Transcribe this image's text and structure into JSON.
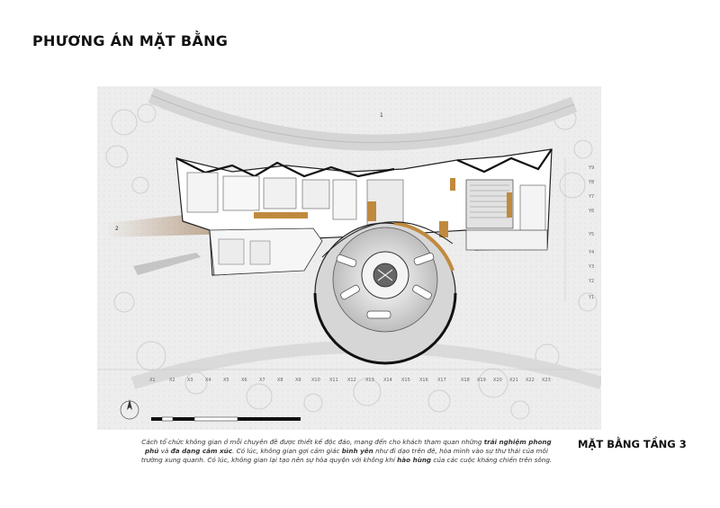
{
  "header": {
    "title": "PHƯƠNG ÁN MẶT BẰNG"
  },
  "plan": {
    "axis_x_labels": [
      "X1",
      "X2",
      "X3",
      "X4",
      "X5",
      "X6",
      "X7",
      "X8",
      "X9",
      "X10",
      "X11",
      "X12",
      "X13",
      "X14",
      "X15",
      "X16",
      "X17",
      "X18",
      "X19",
      "X20",
      "X21",
      "X22",
      "X23"
    ],
    "axis_y_labels": [
      "Y9",
      "Y8",
      "Y7",
      "Y6",
      "Y5",
      "Y4",
      "Y3",
      "Y2",
      "Y1"
    ],
    "section_marks": [
      "1",
      "2"
    ]
  },
  "caption": {
    "p1": "Cách tổ chức không gian ở mỗi chuyên đề được thiết kế độc đáo, mang đến cho khách tham quan những ",
    "b1": "trải nghiệm phong phú",
    "p2": " và ",
    "b2": "đa dạng cảm xúc",
    "p3": ". Có lúc, không gian gợi cảm giác ",
    "b3": "bình yên",
    "p4": " như đi dạo trên đê, hòa mình vào sự thư thái của môi trường xung quanh. Có lúc, không gian lại tạo nên sự hòa quyện với không khí ",
    "b4": "hào hùng",
    "p5": " của các cuộc kháng chiến trên sông."
  },
  "floor_title": "MẶT BẰNG TẦNG 3"
}
